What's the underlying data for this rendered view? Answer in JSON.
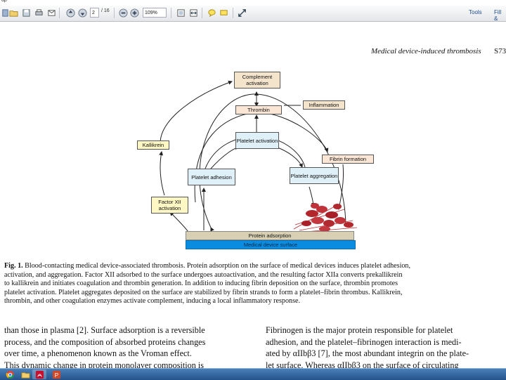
{
  "window": {
    "title": "dp"
  },
  "toolbar": {
    "page_current": "2",
    "page_total": "/ 16",
    "zoom": "109%",
    "links": [
      "Tools",
      "Fill &"
    ]
  },
  "page": {
    "running_head": "Medical device-induced thrombosis",
    "page_number": "S73",
    "figure": {
      "boxes": {
        "complement": "Complement activation",
        "thrombin": "Thrombin",
        "inflammation": "Inflammation",
        "kallikrein": "Kallikrein",
        "platelet_activation": "Platelet activation",
        "fibrin_formation": "Fibrin formation",
        "platelet_adhesion": "Platelet adhesion",
        "platelet_aggregation": "Platelet aggregation",
        "factor_xii": "Factor XII activation",
        "protein_adsorption": "Protein adsorption",
        "device_surface": "Medical device surface"
      }
    },
    "caption": {
      "label": "Fig. 1.",
      "lines": [
        "Blood-contacting medical device-associated thrombosis. Protein adsorption on the surface of medical devices induces platelet adhesion,",
        "activation, and aggregation. Factor XII adsorbed to the surface undergoes autoactivation, and the resulting factor XIIa converts prekallikrein",
        "to kallikrein and initiates coagulation and thrombin generation. In addition to inducing fibrin deposition on the surface, thrombin promotes",
        "platelet activation. Platelet aggregates deposited on the surface are stabilized by fibrin strands to form a platelet–fibrin thrombus. Kallikrein,",
        "thrombin, and other coagulation enzymes activate complement, inducing a local inflammatory response."
      ]
    },
    "left_column": [
      "than those in plasma [2]. Surface adsorption is a reversible",
      "process, and the composition of absorbed proteins changes",
      "over time, a phenomenon known as the Vroman effect.",
      "This dynamic change in protein monolayer composition is"
    ],
    "right_column": [
      "Fibrinogen is the major protein responsible for platelet",
      "adhesion, and the platelet–fibrinogen interaction is medi-",
      "ated by αIIbβ3 [7], the most abundant integrin on the plate-",
      "let surface. Whereas αIIbβ3 on the surface of circulating"
    ]
  },
  "taskbar": {
    "apps": [
      "chrome-icon",
      "explorer-icon",
      "acrobat-icon",
      "powerpoint-icon"
    ]
  },
  "colors": {
    "toolbar_bg": "#e8eaee",
    "taskbar_bg": "#2f5f97",
    "box_tan": "#f4e4cc",
    "box_blue": "#dff0f8",
    "surface_blue": "#0a8de0",
    "protein_tan": "#d9cfb3"
  }
}
